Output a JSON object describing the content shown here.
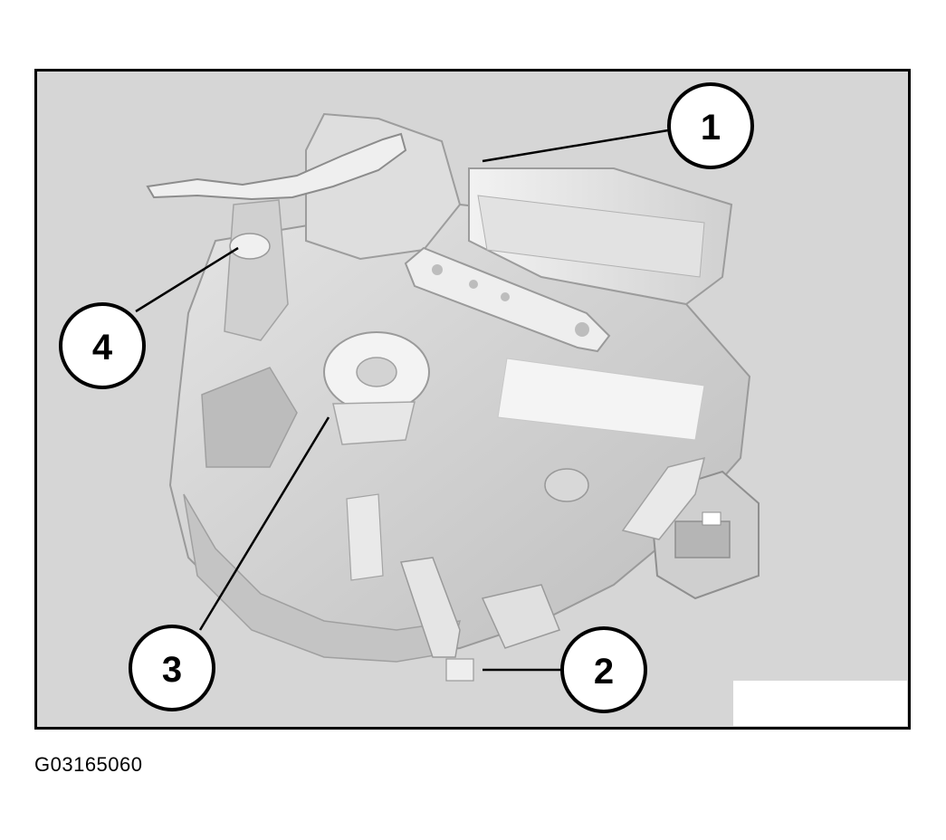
{
  "diagram": {
    "callouts": [
      {
        "id": "1",
        "label": "1"
      },
      {
        "id": "2",
        "label": "2"
      },
      {
        "id": "3",
        "label": "3"
      },
      {
        "id": "4",
        "label": "4"
      }
    ],
    "caption": "G03165060"
  },
  "colors": {
    "background": "#d6d6d6",
    "frame": "#000000",
    "part_light": "#ececec",
    "part_mid": "#c9c9c9",
    "part_dark": "#a9a9a9"
  }
}
